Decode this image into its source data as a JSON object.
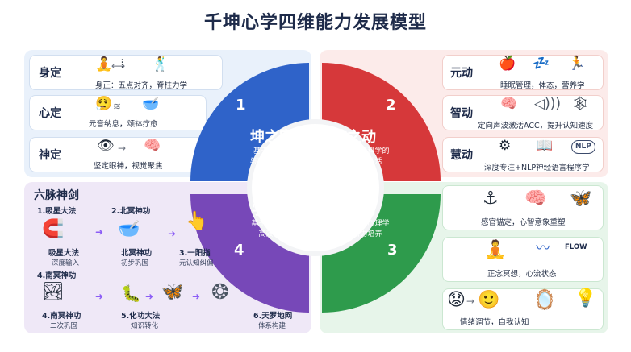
{
  "title": "千坤心学四维能力发展模型",
  "quadrants": {
    "q1": {
      "number": "1",
      "title": "坤之定",
      "subtitle_1": "基于生物力学",
      "subtitle_2": "与声学振动频率",
      "color": "#2f63c9"
    },
    "q2": {
      "number": "2",
      "title": "乾之动",
      "subtitle_1": "基于神经科学的",
      "subtitle_2": "内动力激活",
      "color": "#d6383a"
    },
    "q3": {
      "number": "3",
      "title": "心之用",
      "subtitle_1": "基于认知心理学",
      "subtitle_2": "整合力培养",
      "color": "#2e9b4c"
    },
    "q4": {
      "number": "4",
      "title": "学之道",
      "subtitle_1": "基于认知规律的",
      "subtitle_2": "高效学习法",
      "color": "#7748b8"
    }
  },
  "left_top": {
    "rows": [
      {
        "label": "身定",
        "desc": "身正：五点对齐，脊柱力学",
        "icons": [
          "meditation-icon",
          "spine-icon",
          "posture-icon"
        ]
      },
      {
        "label": "心定",
        "desc": "元音纳息，颂钵疗愈",
        "icons": [
          "breath-icon",
          "singing-bowl-icon"
        ]
      },
      {
        "label": "神定",
        "desc": "坚定眼神，视觉聚焦",
        "icons": [
          "eye-icon",
          "brain-icon"
        ]
      }
    ]
  },
  "right_top": {
    "rows": [
      {
        "label": "元动",
        "desc": "睡眠管理，体态，营养学",
        "icons": [
          "apple-icon",
          "sleep-icon",
          "running-icon"
        ]
      },
      {
        "label": "智动",
        "desc": "定向声波激活ACC，提升认知速度",
        "icons": [
          "brain-icon",
          "soundwave-icon",
          "network-icon"
        ]
      },
      {
        "label": "慧动",
        "desc": "深度专注+NLP神经语言程序学",
        "icons": [
          "gears-icon",
          "book-icon",
          "nlp-icon"
        ],
        "nlp_badge": "NLP"
      }
    ]
  },
  "bottom_left": {
    "title": "六脉神剑",
    "steps": [
      {
        "name": "1.吸星大法",
        "caption": "吸星大法",
        "sub": "深度输入"
      },
      {
        "name": "2.北冥神功",
        "caption": "北冥神功",
        "sub": "初步巩固"
      },
      {
        "name": "3.一阳指",
        "sub": "元认知纠偏"
      },
      {
        "name": "4.南冥神功",
        "caption": "4.南冥神功",
        "sub": "二次巩固"
      },
      {
        "name": "5.化功大法",
        "sub": "知识转化"
      },
      {
        "name": "6.天罗地网",
        "sub": "体系构建"
      }
    ]
  },
  "bottom_right": {
    "rows": [
      {
        "desc": "感官锚定，心智意象重塑",
        "icons": [
          "anchor-icon",
          "brain-icon",
          "butterfly-icon"
        ]
      },
      {
        "desc": "正念冥想，心流状态",
        "icons": [
          "meditation-icon",
          "flow-icon"
        ],
        "flow_label": "FLOW"
      },
      {
        "desc": "情绪调节，自我认知",
        "icons": [
          "emoji-icon",
          "mirror-icon",
          "lightbulb-icon"
        ]
      }
    ]
  }
}
